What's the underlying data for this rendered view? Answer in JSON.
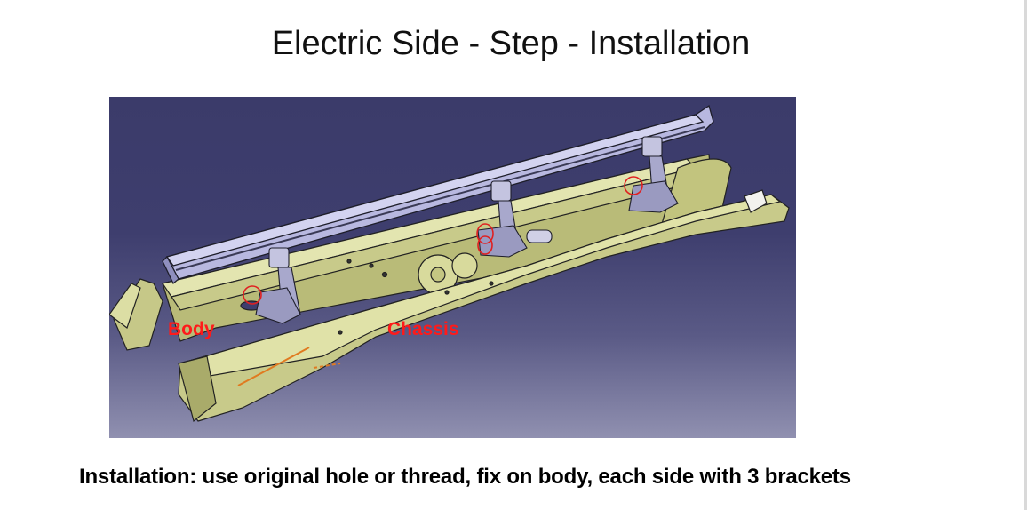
{
  "slide": {
    "title": "Electric Side - Step - Installation",
    "figure": {
      "description": "CAD render of electric side step mounted to body sill above vehicle chassis frame rail",
      "labels": {
        "body": "Body",
        "chassis": "Chassis"
      },
      "colors": {
        "background_top": "#3b3b6a",
        "background_bottom": "#9090b0",
        "frame_yellow": "#d6d99a",
        "step_lavender": "#b8b8e0",
        "label_red": "#ff1a1a",
        "highlight_circle": "#e02020"
      },
      "brackets_shown": 3
    },
    "caption": "Installation: use original hole or thread, fix on body, each side with 3 brackets"
  }
}
